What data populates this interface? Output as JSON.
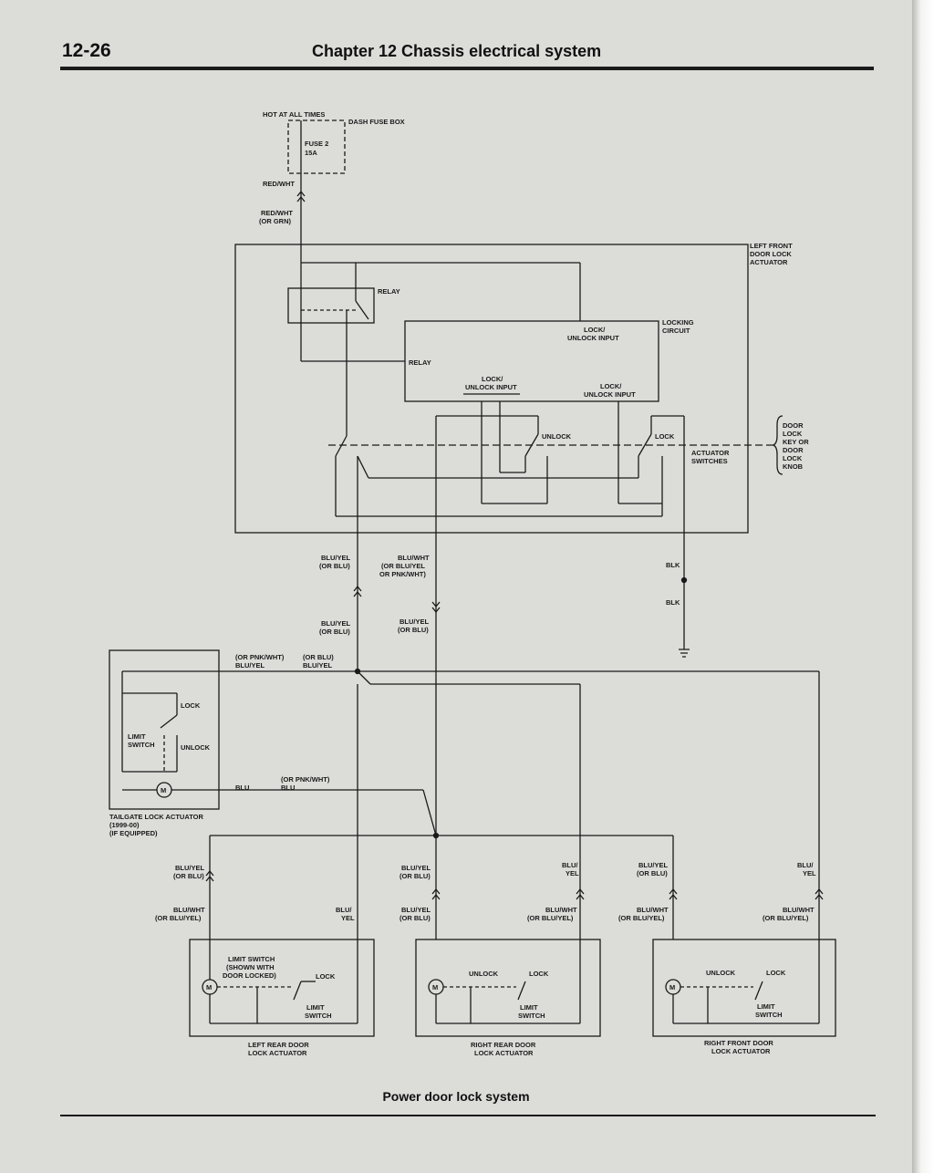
{
  "header": {
    "page_number": "12-26",
    "chapter_title": "Chapter 12  Chassis electrical system"
  },
  "caption": "Power door lock system",
  "labels": {
    "hot": "HOT AT ALL TIMES",
    "fusebox": "DASH FUSE BOX",
    "fuse_a": "FUSE 2",
    "fuse_b": "15A",
    "redwht1": "RED/WHT",
    "redwht2a": "RED/WHT",
    "redwht2b": "(OR GRN)",
    "lf_a": "LEFT FRONT",
    "lf_b": "DOOR LOCK",
    "lf_c": "ACTUATOR",
    "relay1": "RELAY",
    "relay2": "RELAY",
    "locking_a": "LOCKING",
    "locking_b": "CIRCUIT",
    "lui1_a": "LOCK/",
    "lui1_b": "UNLOCK INPUT",
    "lui2_a": "LOCK/",
    "lui2_b": "UNLOCK INPUT",
    "lui3_a": "LOCK/",
    "lui3_b": "UNLOCK INPUT",
    "unlock_sw": "UNLOCK",
    "lock_sw": "LOCK",
    "act_sw_a": "ACTUATOR",
    "act_sw_b": "SWITCHES",
    "knob_a": "DOOR",
    "knob_b": "LOCK",
    "knob_c": "KEY OR",
    "knob_d": "DOOR",
    "knob_e": "LOCK",
    "knob_f": "KNOB",
    "w1a": "BLU/YEL",
    "w1b": "(OR BLU)",
    "w2a": "BLU/WHT",
    "w2b": "(OR BLU/YEL",
    "w2c": "OR PNK/WHT)",
    "blk1": "BLK",
    "blk2": "BLK",
    "w3a": "BLU/YEL",
    "w3b": "(OR BLU)",
    "w4a": "BLU/YEL",
    "w4b": "(OR BLU)",
    "tg_w1a": "(OR PNK/WHT)",
    "tg_w1b": "BLU/YEL",
    "tg_w2a": "(OR BLU)",
    "tg_w2b": "BLU/YEL",
    "tg_w3a": "(OR PNK/WHT)",
    "tg_w3b": "BLU",
    "tg_w4": "BLU",
    "tg_lock": "LOCK",
    "tg_unlock": "UNLOCK",
    "tg_limit_a": "LIMIT",
    "tg_limit_b": "SWITCH",
    "tg_a": "TAILGATE LOCK ACTUATOR",
    "tg_b": "(1999-00)",
    "tg_c": "(IF EQUIPPED)",
    "lr_w1a": "BLU/YEL",
    "lr_w1b": "(OR BLU)",
    "lr_w2a": "BLU/WHT",
    "lr_w2b": "(OR BLU/YEL)",
    "lr_w3a": "BLU/",
    "lr_w3b": "YEL",
    "rr_w1a": "BLU/YEL",
    "rr_w1b": "(OR BLU)",
    "rr_w2a": "BLU/YEL",
    "rr_w2b": "(OR BLU)",
    "rr_w3a": "BLU/",
    "rr_w3b": "YEL",
    "rr_w4a": "BLU/WHT",
    "rr_w4b": "(OR BLU/YEL)",
    "rf_w1a": "BLU/YEL",
    "rf_w1b": "(OR BLU)",
    "rf_w2a": "BLU/WHT",
    "rf_w2b": "(OR BLU/YEL)",
    "rf_w3a": "BLU/",
    "rf_w3b": "YEL",
    "rf_w4a": "BLU/WHT",
    "rf_w4b": "(OR BLU/YEL)",
    "lr_limit_a": "LIMIT SWITCH",
    "lr_limit_b": "(SHOWN WITH",
    "lr_limit_c": "DOOR LOCKED)",
    "lr_lock": "LOCK",
    "lr_ls_a": "LIMIT",
    "lr_ls_b": "SWITCH",
    "lr_name_a": "LEFT REAR DOOR",
    "lr_name_b": "LOCK ACTUATOR",
    "rr_unlock": "UNLOCK",
    "rr_lock": "LOCK",
    "rr_ls_a": "LIMIT",
    "rr_ls_b": "SWITCH",
    "rr_name_a": "RIGHT REAR DOOR",
    "rr_name_b": "LOCK ACTUATOR",
    "rf_unlock": "UNLOCK",
    "rf_lock": "LOCK",
    "rf_ls_a": "LIMIT",
    "rf_ls_b": "SWITCH",
    "rf_name_a": "RIGHT FRONT DOOR",
    "rf_name_b": "LOCK ACTUATOR",
    "motor": "M"
  }
}
